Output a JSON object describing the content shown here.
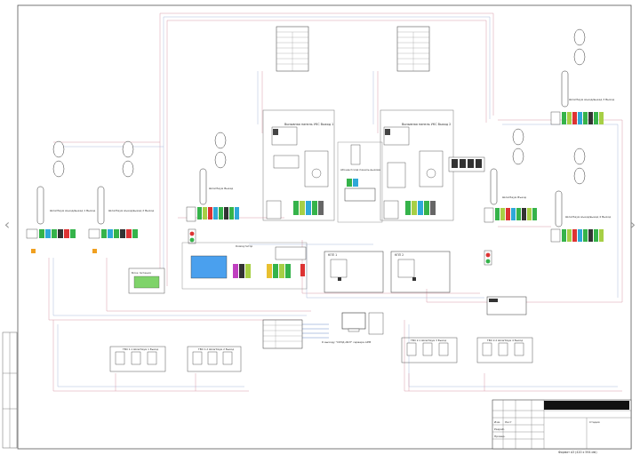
{
  "sheet": {
    "format_note": "Формат А3 (420 х 594 мм)"
  },
  "labels": {
    "sub_left_top": "Вызывная панель УКС Выход 1",
    "sub_right_top": "Вызывная панель УКС Выход 2",
    "center_unit": "Абонентская панель вызова",
    "fire_l1": "Шлагбаум въезд/выезд 1 Выход",
    "fire_l2": "Шлагбаум въезд/выезд 2 Выход",
    "fire_l3": "Шлагбаум Выезд",
    "fire_r1": "Шлагбаум въезд/выезд 3 Выход",
    "fire_r2": "Шлагбаум въезд/выезд 4 Выход",
    "fire_r3": "Шлагбаум Въезд",
    "pad_l1": "ТВО 1.1 Шлагбаум 1 Выход",
    "pad_l2": "ТВО 1.2 Шлагбаум 2 Выход",
    "pad_r1": "ТВО 2.1 Шлагбаум 3 Выход",
    "pad_r2": "ТВО 2.2 Шлагбаум 4 Выход",
    "power": "Блок питания",
    "kpp1": "КПП 1",
    "kpp2": "КПП 2",
    "switch": "Коммутатор",
    "note": "К выходу \"СКУД АБЛ\" сервера АРМ"
  },
  "stamp": {
    "changes": "Изм.",
    "sheet": "Лист",
    "developed": "Разраб.",
    "checked": "Провер.",
    "stage": "Стадия"
  }
}
